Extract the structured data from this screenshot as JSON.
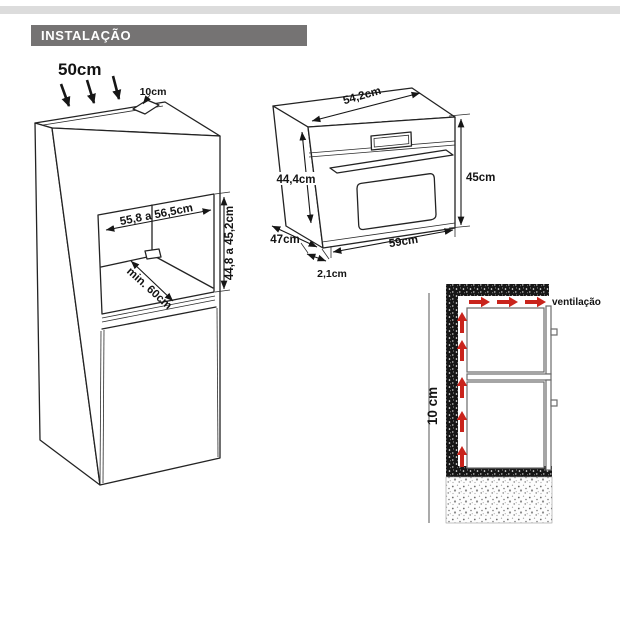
{
  "header": {
    "title": "INSTALAÇÃO"
  },
  "cabinet": {
    "top_clearance_label": "50cm",
    "rear_gap_label": "10cm",
    "niche_width_label": "55,8 a 56,5cm",
    "niche_depth_label": "min. 60cm",
    "niche_height_label": "44,8 a 45,2cm"
  },
  "oven": {
    "top_depth_label": "54,2cm",
    "body_height_label": "44,4cm",
    "front_height_label": "45cm",
    "body_depth_label": "47cm",
    "front_width_label": "59cm",
    "door_thickness_label": "2,1cm"
  },
  "ventilation": {
    "title_label": "ventilação",
    "base_clearance_label": "10 cm",
    "arrow_color": "#c9241c"
  },
  "colors": {
    "header_bg": "#757373",
    "top_strip": "#dcdcdc"
  }
}
